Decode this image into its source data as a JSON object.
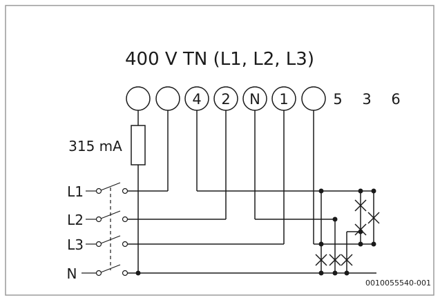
{
  "diagram": {
    "title": "400 V TN (L1, L2, L3)",
    "fuse_label": "315 mA",
    "terminals": [
      "",
      "",
      "4",
      "2",
      "N",
      "1",
      ""
    ],
    "extra_labels": [
      "5",
      "3",
      "6"
    ],
    "lines": [
      "L1",
      "L2",
      "L3",
      "N"
    ],
    "doc_id": "0010055540-001"
  }
}
